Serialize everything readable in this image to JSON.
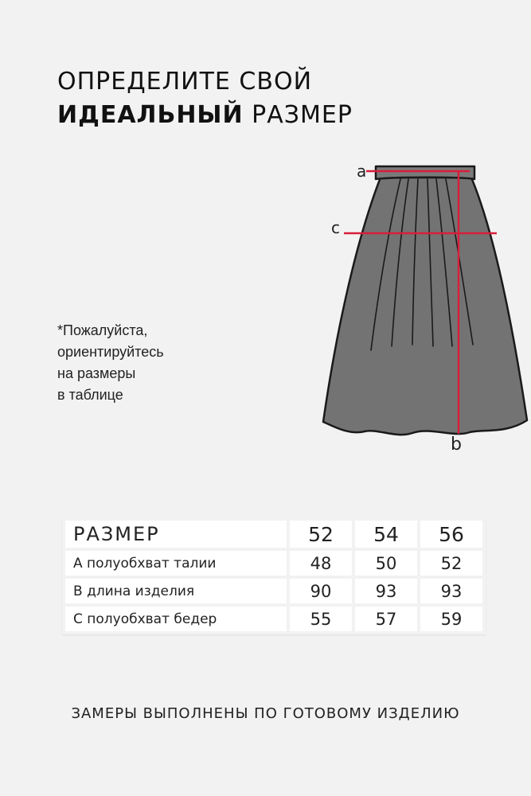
{
  "title": {
    "line1": "ОПРЕДЕЛИТЕ СВОЙ",
    "line2_bold": "ИДЕАЛЬНЫЙ",
    "line2_rest": " РАЗМЕР"
  },
  "note": {
    "lines": [
      "*Пожалуйста,",
      "ориентируйтесь",
      "на размеры",
      "в таблице"
    ]
  },
  "diagram": {
    "labels": {
      "a": "a",
      "b": "b",
      "c": "c"
    },
    "measure_color": "#d81e3a",
    "fabric_color": "#737373"
  },
  "table": {
    "header": {
      "label": "РАЗМЕР",
      "sizes": [
        "52",
        "54",
        "56"
      ]
    },
    "rows": [
      {
        "label": "А полуобхват талии",
        "values": [
          "48",
          "50",
          "52"
        ]
      },
      {
        "label": "В длина изделия",
        "values": [
          "90",
          "93",
          "93"
        ]
      },
      {
        "label": "С полуобхват бедер",
        "values": [
          "55",
          "57",
          "59"
        ]
      }
    ]
  },
  "footer": "ЗАМЕРЫ ВЫПОЛНЕНЫ ПО ГОТОВОМУ ИЗДЕЛИЮ"
}
